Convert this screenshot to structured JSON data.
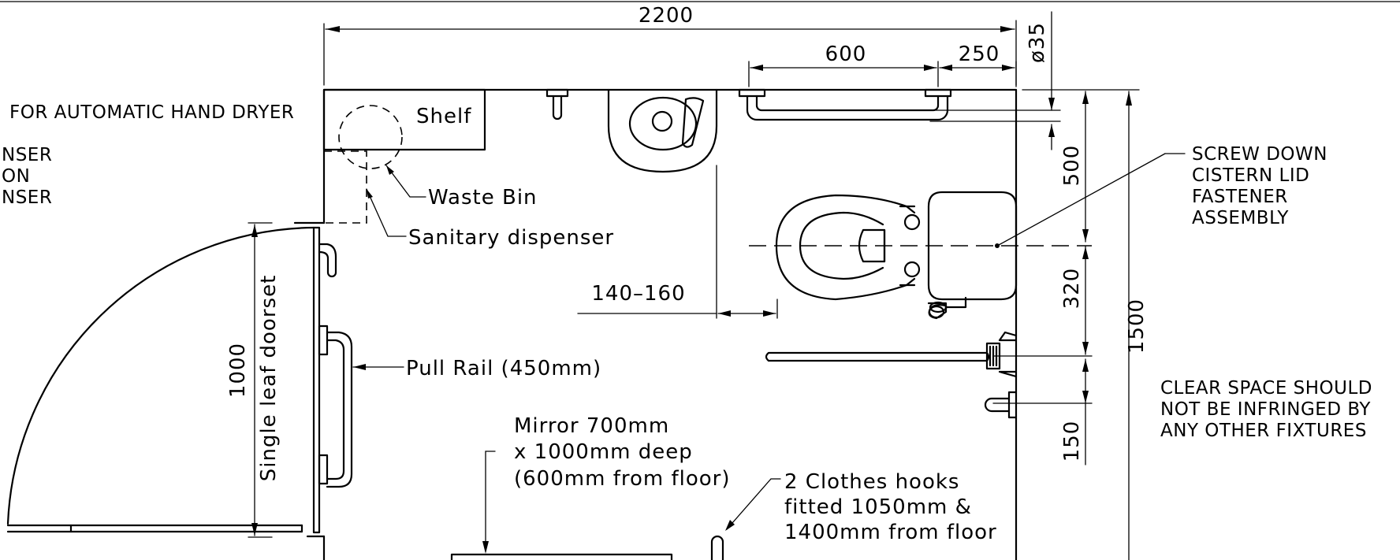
{
  "dimensions": {
    "overall_width": "2200",
    "rail_length": "600",
    "rail_offset": "250",
    "rail_diameter": "ø35",
    "rail_to_wc_centre": "500",
    "wc_centre_to_rail": "320",
    "rail_to_paper": "150",
    "overall_depth": "1500",
    "door_width": "1000",
    "basin_gap": "140–160"
  },
  "labels": {
    "shelf": "Shelf",
    "waste_bin": "Waste Bin",
    "sanitary_dispenser": "Sanitary dispenser",
    "door": "Single leaf doorset",
    "pull_rail": "Pull Rail (450mm)",
    "mirror": [
      "Mirror 700mm",
      "x 1000mm deep",
      "(600mm from floor)"
    ],
    "clothes_hooks": [
      "2 Clothes hooks",
      "fitted 1050mm &",
      "1400mm from floor"
    ],
    "cistern": [
      "SCREW DOWN",
      "CISTERN LID",
      "FASTENER",
      "ASSEMBLY"
    ],
    "clear_space": [
      "CLEAR SPACE SHOULD",
      "NOT BE INFRINGED BY",
      "ANY OTHER FIXTURES"
    ]
  },
  "left_notes": {
    "hand_dryer": "FOR AUTOMATIC HAND DRYER",
    "lines": [
      "NSER",
      "ON",
      "NSER"
    ]
  }
}
